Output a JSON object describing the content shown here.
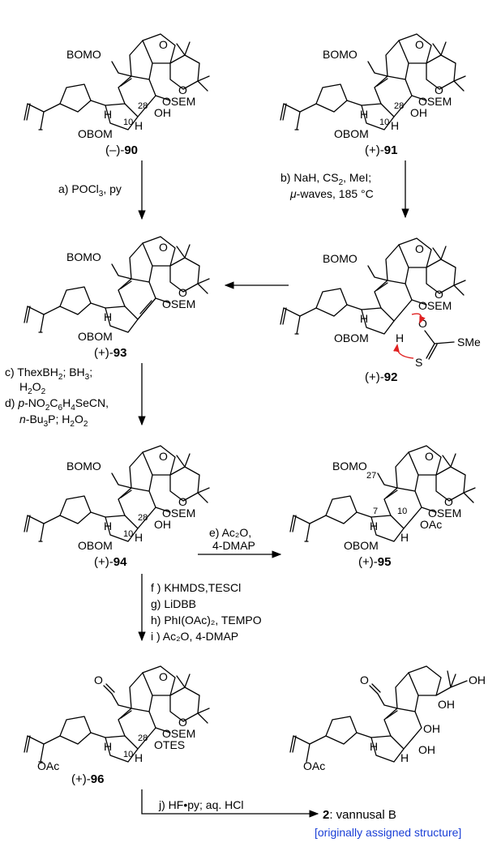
{
  "labels": {
    "bomo": "BOMO",
    "osem": "OSEM",
    "obom": "OBOM",
    "h": "H",
    "oh": "OH",
    "o": "O",
    "s": "S",
    "sme": "SMe",
    "oac": "OAc",
    "otes": "OTES",
    "n28": "28",
    "n10": "10",
    "n27": "27",
    "n7": "7"
  },
  "compounds": {
    "c90": {
      "sign": "(–)-",
      "num": "90"
    },
    "c91": {
      "sign": "(+)-",
      "num": "91"
    },
    "c93": {
      "sign": "(+)-",
      "num": "93"
    },
    "c92": {
      "sign": "(+)-",
      "num": "92"
    },
    "c94": {
      "sign": "(+)-",
      "num": "94"
    },
    "c95": {
      "sign": "(+)-",
      "num": "95"
    },
    "c96": {
      "sign": "(+)-",
      "num": "96"
    },
    "final": {
      "num": "2",
      "name": ": vannusal B",
      "note": "[originally assigned structure]"
    }
  },
  "conditions": {
    "a": {
      "pre": "a) POCl",
      "sub": "3",
      "post": ", py"
    },
    "b1": {
      "pre": "b) NaH, CS",
      "sub": "2",
      "post": ", MeI;"
    },
    "b2": {
      "mu": "μ",
      "post": "-waves, 185 °C"
    },
    "c1": {
      "text": "c) ThexBH",
      "sub": "2",
      "text2": "; BH",
      "sub2": "3",
      "text3": ";"
    },
    "c2": {
      "text": "H",
      "sub": "2",
      "text2": "O",
      "sub2": "2"
    },
    "d1": {
      "pre": "d) ",
      "it": "p",
      "post": "-NO",
      "sub": "2",
      "mid": "C",
      "sub2": "6",
      "mid2": "H",
      "sub3": "4",
      "end": "SeCN,"
    },
    "d2": {
      "it": "n",
      "post": "-Bu",
      "sub": "3",
      "mid": "P; H",
      "sub2": "2",
      "mid2": "O",
      "sub3": "2"
    },
    "e1": "e) Ac₂O,",
    "e2": "4-DMAP",
    "f": "f ) KHMDS,TESCl",
    "g": "g) LiDBB",
    "h": "h) PhI(OAc)₂, TEMPO",
    "i": "i ) Ac₂O, 4-DMAP",
    "j": "j) HF•py; aq. HCl"
  }
}
